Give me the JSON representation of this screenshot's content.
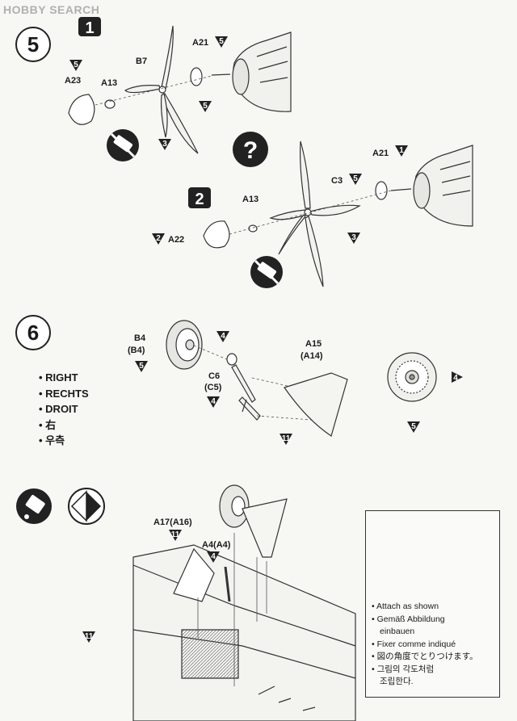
{
  "watermark": {
    "logo": "HOBBY SEARCH"
  },
  "step5": {
    "number": "5",
    "option1_badge": "1",
    "option2_badge": "2",
    "question_mark": "?",
    "parts": {
      "a23": "A23",
      "a23_tag": "5",
      "a13_top": "A13",
      "b7": "B7",
      "a21_top": "A21",
      "a21_top_tag": "5",
      "prop1_tag": "5",
      "blade1_tag": "3",
      "a21_mid": "A21",
      "a21_mid_tag": "1",
      "c3": "C3",
      "c3_tag": "5",
      "a13_mid": "A13",
      "a22": "A22",
      "a22_tag": "2",
      "blade2_tag": "3"
    }
  },
  "step6": {
    "number": "6",
    "side_labels": [
      "RIGHT",
      "RECHTS",
      "DROIT",
      "右",
      "우측"
    ],
    "parts": {
      "b4": "B4",
      "b4_alt": "(B4)",
      "b4_tag": "5",
      "hub_tag": "4",
      "c6": "C6",
      "c6_alt": "(C5)",
      "c6_tag": "4",
      "a15": "A15",
      "a15_alt": "(A14)",
      "door_tag": "11",
      "wheel_tag": "4",
      "wheel_tag2": "5"
    }
  },
  "step7": {
    "parts": {
      "a17": "A17(A16)",
      "a17_tag": "11",
      "a4": "A4(A4)",
      "a4_tag": "4",
      "wing_tag": "11"
    },
    "note": {
      "en": "Attach as shown",
      "de1": "Gemäß Abbildung",
      "de2": "einbauen",
      "fr": "Fixer comme indiqué",
      "jp": "図の角度でとりつけます。",
      "kr1": "그림의 각도처럼",
      "kr2": "조립한다."
    }
  }
}
